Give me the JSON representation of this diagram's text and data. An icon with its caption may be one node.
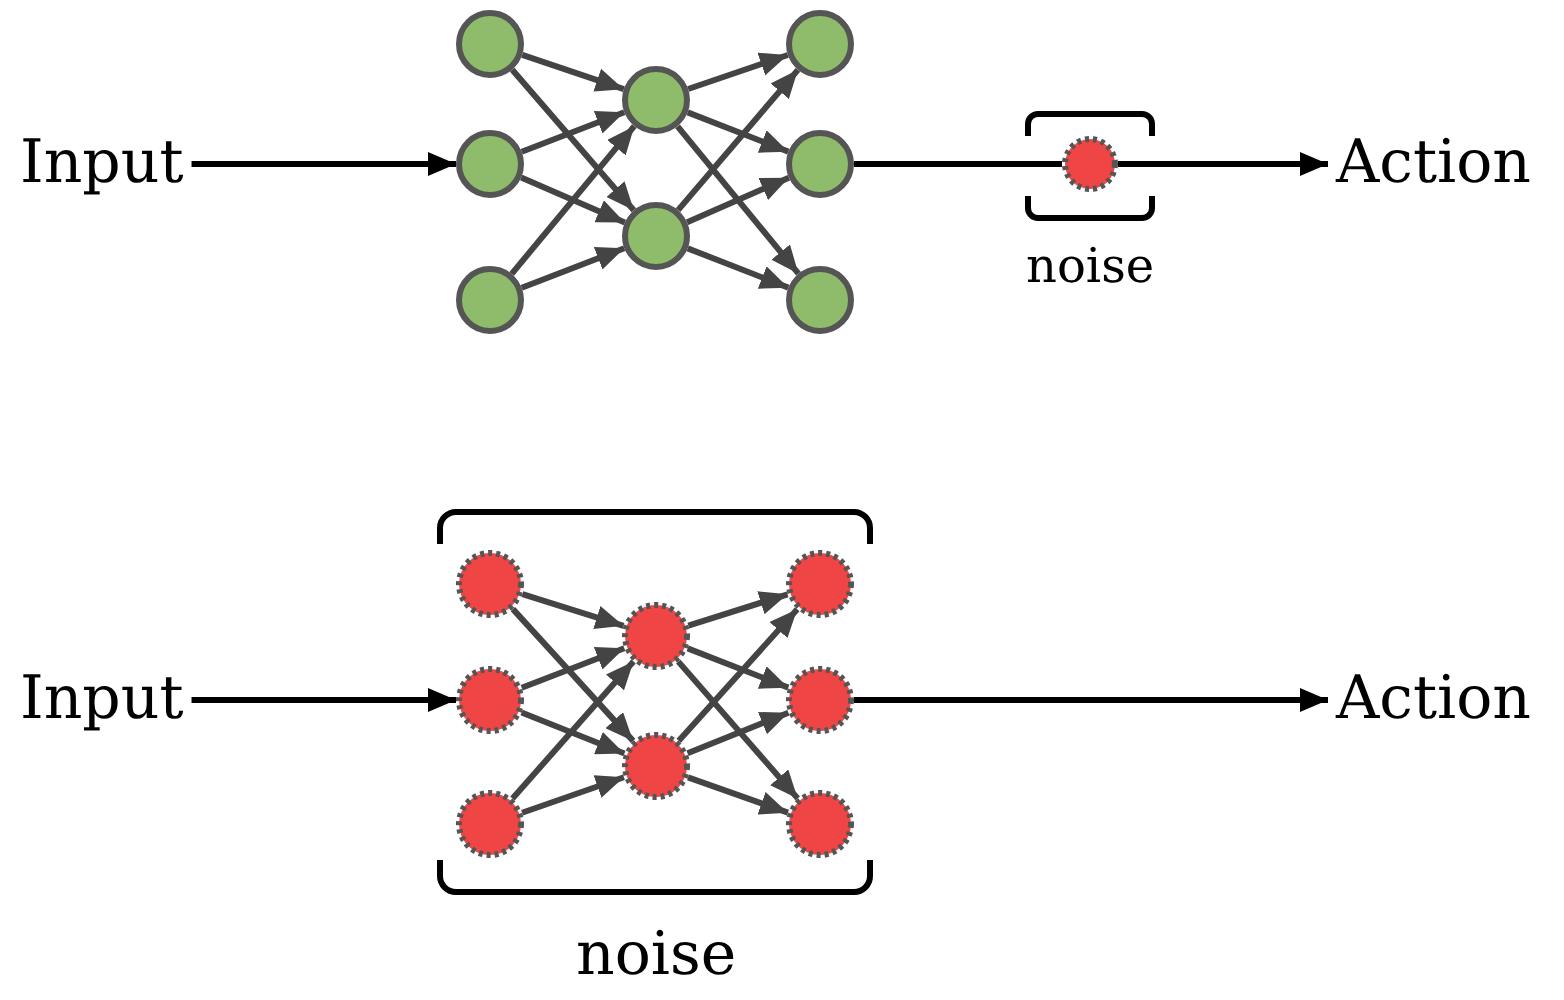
{
  "diagram": {
    "nodes": [
      {
        "text": [
          "Input"
        ]
      },
      {
        "text": [],
        "shape": "circle"
      },
      {
        "text": [],
        "shape": "circle"
      },
      {
        "text": [],
        "shape": "circle"
      },
      {
        "text": [],
        "shape": "circle"
      },
      {
        "text": [],
        "shape": "circle"
      },
      {
        "text": [],
        "shape": "circle"
      },
      {
        "text": [],
        "shape": "circle"
      },
      {
        "text": [],
        "shape": "circle"
      },
      {
        "text": [],
        "shape": "circle"
      },
      {
        "text": [
          "Action"
        ]
      },
      {
        "text": [
          "Input"
        ]
      },
      {
        "text": [],
        "shape": "circle"
      },
      {
        "text": [],
        "shape": "circle"
      },
      {
        "text": [],
        "shape": "circle"
      },
      {
        "text": [],
        "shape": "circle"
      },
      {
        "text": [],
        "shape": "circle"
      },
      {
        "text": [],
        "shape": "circle"
      },
      {
        "text": [],
        "shape": "circle"
      },
      {
        "text": [],
        "shape": "circle"
      },
      {
        "text": [
          "Action"
        ]
      }
    ],
    "edges": [
      {
        "from": 0,
        "to": 2,
        "arrow": "to",
        "color": "#000000"
      },
      {
        "from": 1,
        "to": 4,
        "arrow": "to"
      },
      {
        "from": 1,
        "to": 5,
        "arrow": "to"
      },
      {
        "from": 2,
        "to": 4,
        "arrow": "to"
      },
      {
        "from": 2,
        "to": 5,
        "arrow": "to"
      },
      {
        "from": 3,
        "to": 4,
        "arrow": "to"
      },
      {
        "from": 3,
        "to": 5,
        "arrow": "to"
      },
      {
        "from": 4,
        "to": 6,
        "arrow": "to"
      },
      {
        "from": 4,
        "to": 7,
        "arrow": "to"
      },
      {
        "from": 4,
        "to": 8,
        "arrow": "to"
      },
      {
        "from": 5,
        "to": 6,
        "arrow": "to"
      },
      {
        "from": 5,
        "to": 7,
        "arrow": "to"
      },
      {
        "from": 5,
        "to": 8,
        "arrow": "to"
      },
      {
        "from": 7,
        "to": 9,
        "arrow": "none",
        "color": "#000000"
      },
      {
        "from": 9,
        "to": 10,
        "arrow": "to",
        "color": "#000000"
      },
      {
        "from": 11,
        "to": 13,
        "arrow": "to",
        "color": "#000000"
      },
      {
        "from": 12,
        "to": 15,
        "arrow": "to"
      },
      {
        "from": 12,
        "to": 16,
        "arrow": "to"
      },
      {
        "from": 13,
        "to": 15,
        "arrow": "to"
      },
      {
        "from": 13,
        "to": 16,
        "arrow": "to"
      },
      {
        "from": 14,
        "to": 15,
        "arrow": "to"
      },
      {
        "from": 14,
        "to": 16,
        "arrow": "to"
      },
      {
        "from": 15,
        "to": 17,
        "arrow": "to"
      },
      {
        "from": 15,
        "to": 18,
        "arrow": "to"
      },
      {
        "from": 15,
        "to": 19,
        "arrow": "to"
      },
      {
        "from": 16,
        "to": 17,
        "arrow": "to"
      },
      {
        "from": 16,
        "to": 18,
        "arrow": "to"
      },
      {
        "from": 16,
        "to": 19,
        "arrow": "to"
      },
      {
        "from": 18,
        "to": 20,
        "arrow": "to",
        "color": "#000000"
      }
    ],
    "labels": [
      "noise",
      "noise"
    ]
  }
}
